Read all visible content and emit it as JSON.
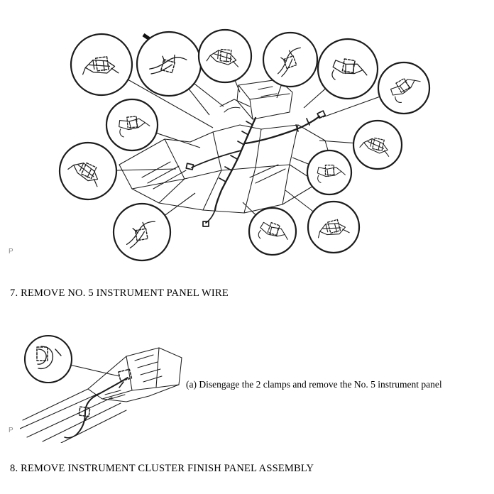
{
  "colors": {
    "line": "#1c1c1c",
    "watermark": "#8c8c8c",
    "background": "#ffffff"
  },
  "figures": {
    "main": {
      "watermark": "P"
    },
    "detail": {
      "watermark": "P"
    }
  },
  "steps": {
    "step7": "7. REMOVE NO. 5 INSTRUMENT PANEL WIRE",
    "step7a": "(a) Disengage the 2 clamps and remove the No. 5 instrument panel",
    "step8": "8. REMOVE INSTRUMENT CLUSTER FINISH PANEL ASSEMBLY"
  }
}
